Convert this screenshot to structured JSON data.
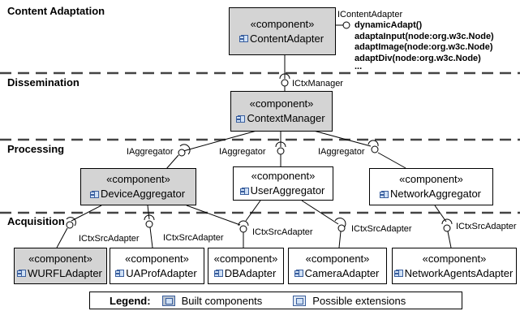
{
  "stereotype": "«component»",
  "layers": {
    "content_adaptation": "Content Adaptation",
    "dissemination": "Dissemination",
    "processing": "Processing",
    "acquisition": "Acquisition"
  },
  "components": {
    "content_adapter": {
      "name": "ContentAdapter",
      "built": true
    },
    "context_manager": {
      "name": "ContextManager",
      "built": true
    },
    "device_aggregator": {
      "name": "DeviceAggregator",
      "built": true
    },
    "user_aggregator": {
      "name": "UserAggregator",
      "built": false
    },
    "network_aggregator": {
      "name": "NetworkAggregator",
      "built": false
    },
    "wurfl_adapter": {
      "name": "WURFLAdapter",
      "built": true
    },
    "uaprof_adapter": {
      "name": "UAProfAdapter",
      "built": false
    },
    "db_adapter": {
      "name": "DBAdapter",
      "built": false
    },
    "camera_adapter": {
      "name": "CameraAdapter",
      "built": false
    },
    "network_agents_adapter": {
      "name": "NetworkAgentsAdapter",
      "built": false
    }
  },
  "interfaces": {
    "icontent_adapter": "IContentAdapter",
    "ictx_manager": "ICtxManager",
    "iaggregator_1": "IAggregator",
    "iaggregator_2": "IAggregator",
    "iaggregator_3": "IAggregator",
    "ictxsrc_1": "ICtxSrcAdapter",
    "ictxsrc_2": "ICtxSrcAdapter",
    "ictxsrc_3": "ICtxSrcAdapter",
    "ictxsrc_4": "ICtxSrcAdapter",
    "ictxsrc_5": "ICtxSrcAdapter"
  },
  "operations": [
    "dynamicAdapt()",
    "adaptaInput(node:org.w3c.Node)",
    "adaptImage(node:org.w3c.Node)",
    "adaptDiv(node:org.w3c.Node)",
    "..."
  ],
  "legend": {
    "title": "Legend:",
    "built": "Built components",
    "extensions": "Possible extensions"
  },
  "colors": {
    "built_fill": "#d4d4d4",
    "icon_blue": "#3a5f9e"
  }
}
